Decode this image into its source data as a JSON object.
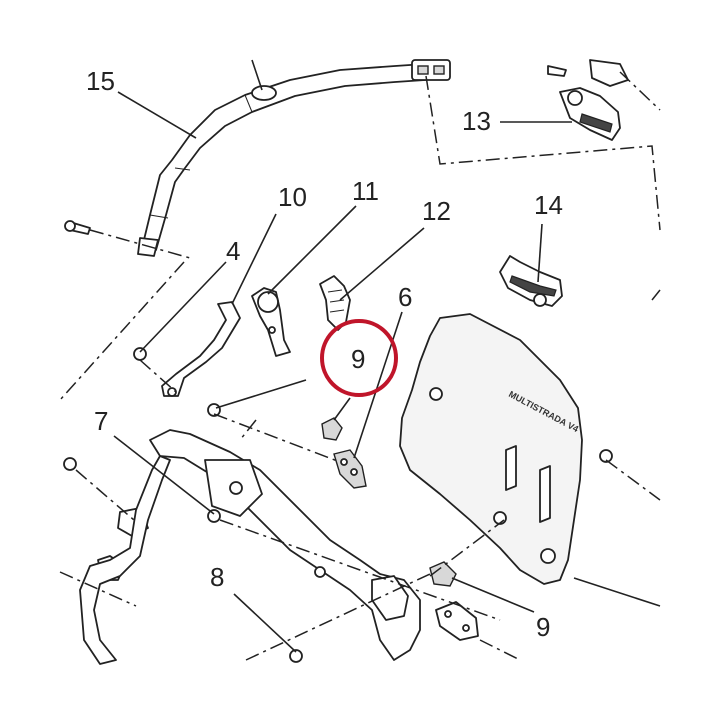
{
  "callouts": {
    "c15": "15",
    "c13": "13",
    "c10": "10",
    "c11": "11",
    "c12": "12",
    "c14": "14",
    "c4": "4",
    "c6": "6",
    "c9_top": "9",
    "c7": "7",
    "c8": "8",
    "c9_bottom": "9"
  },
  "shield_lettering": "MULTISTRADA V4",
  "highlight_color": "#c0152a"
}
